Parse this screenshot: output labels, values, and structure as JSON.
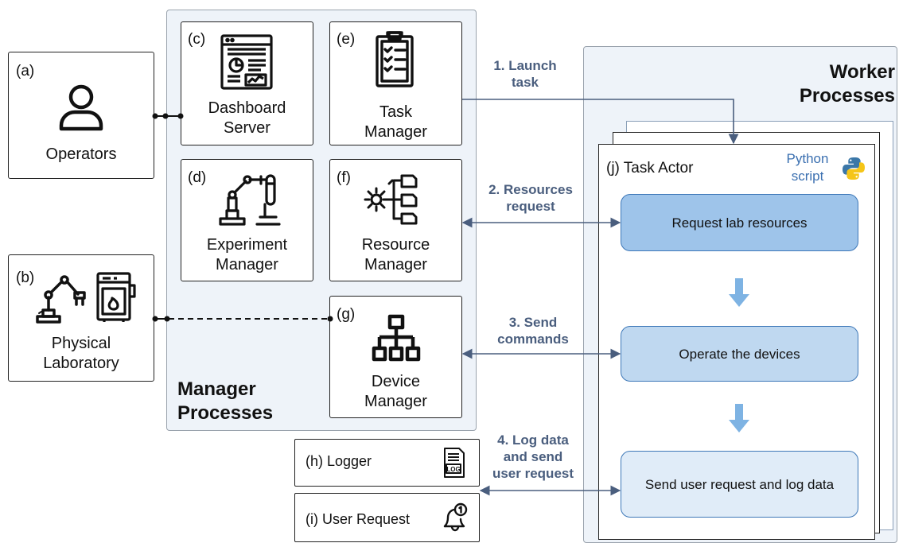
{
  "operators": {
    "letter": "(a)",
    "label": "Operators",
    "icon": "user-icon"
  },
  "physical_lab": {
    "letter": "(b)",
    "label_line1": "Physical",
    "label_line2": "Laboratory",
    "icons": [
      "robot-arm-icon",
      "lab-furnace-icon"
    ]
  },
  "manager_processes": {
    "title_line1": "Manager",
    "title_line2": "Processes",
    "dashboard": {
      "letter": "(c)",
      "label_line1": "Dashboard",
      "label_line2": "Server",
      "icon": "dashboard-icon"
    },
    "experiment": {
      "letter": "(d)",
      "label_line1": "Experiment",
      "label_line2": "Manager",
      "icon": "lab-robot-icon"
    },
    "task": {
      "letter": "(e)",
      "label_line1": "Task",
      "label_line2": "Manager",
      "icon": "clipboard-checklist-icon"
    },
    "resource": {
      "letter": "(f)",
      "label_line1": "Resource",
      "label_line2": "Manager",
      "icon": "gear-files-icon"
    },
    "device": {
      "letter": "(g)",
      "label_line1": "Device",
      "label_line2": "Manager",
      "icon": "hierarchy-icon"
    }
  },
  "logger": {
    "label": "(h) Logger",
    "icon": "log-file-icon"
  },
  "user_request": {
    "label": "(i) User Request",
    "icon": "notification-bell-icon"
  },
  "worker_processes": {
    "title_line1": "Worker",
    "title_line2": "Processes",
    "task_actor": "(j) Task Actor",
    "python_line1": "Python",
    "python_line2": "script",
    "python_icon": "python-logo-icon",
    "actions": [
      {
        "text": "Request lab resources",
        "fill": "#9ec4ea"
      },
      {
        "text": "Operate the devices",
        "fill": "#bfd8f0"
      },
      {
        "text": "Send user request and log data",
        "fill": "#e0ecf8"
      }
    ]
  },
  "steps": [
    {
      "line1": "1. Launch",
      "line2": "task"
    },
    {
      "line1": "2. Resources",
      "line2": "request"
    },
    {
      "line1": "3. Send",
      "line2": "commands"
    },
    {
      "line1": "4. Log data",
      "line2": "and send",
      "line3": "user request"
    }
  ],
  "colors": {
    "panel_fill": "#eef3f9",
    "arrow": "#4a5e7e",
    "step_text": "#4a5e7e",
    "python_text": "#3a6fb0"
  }
}
